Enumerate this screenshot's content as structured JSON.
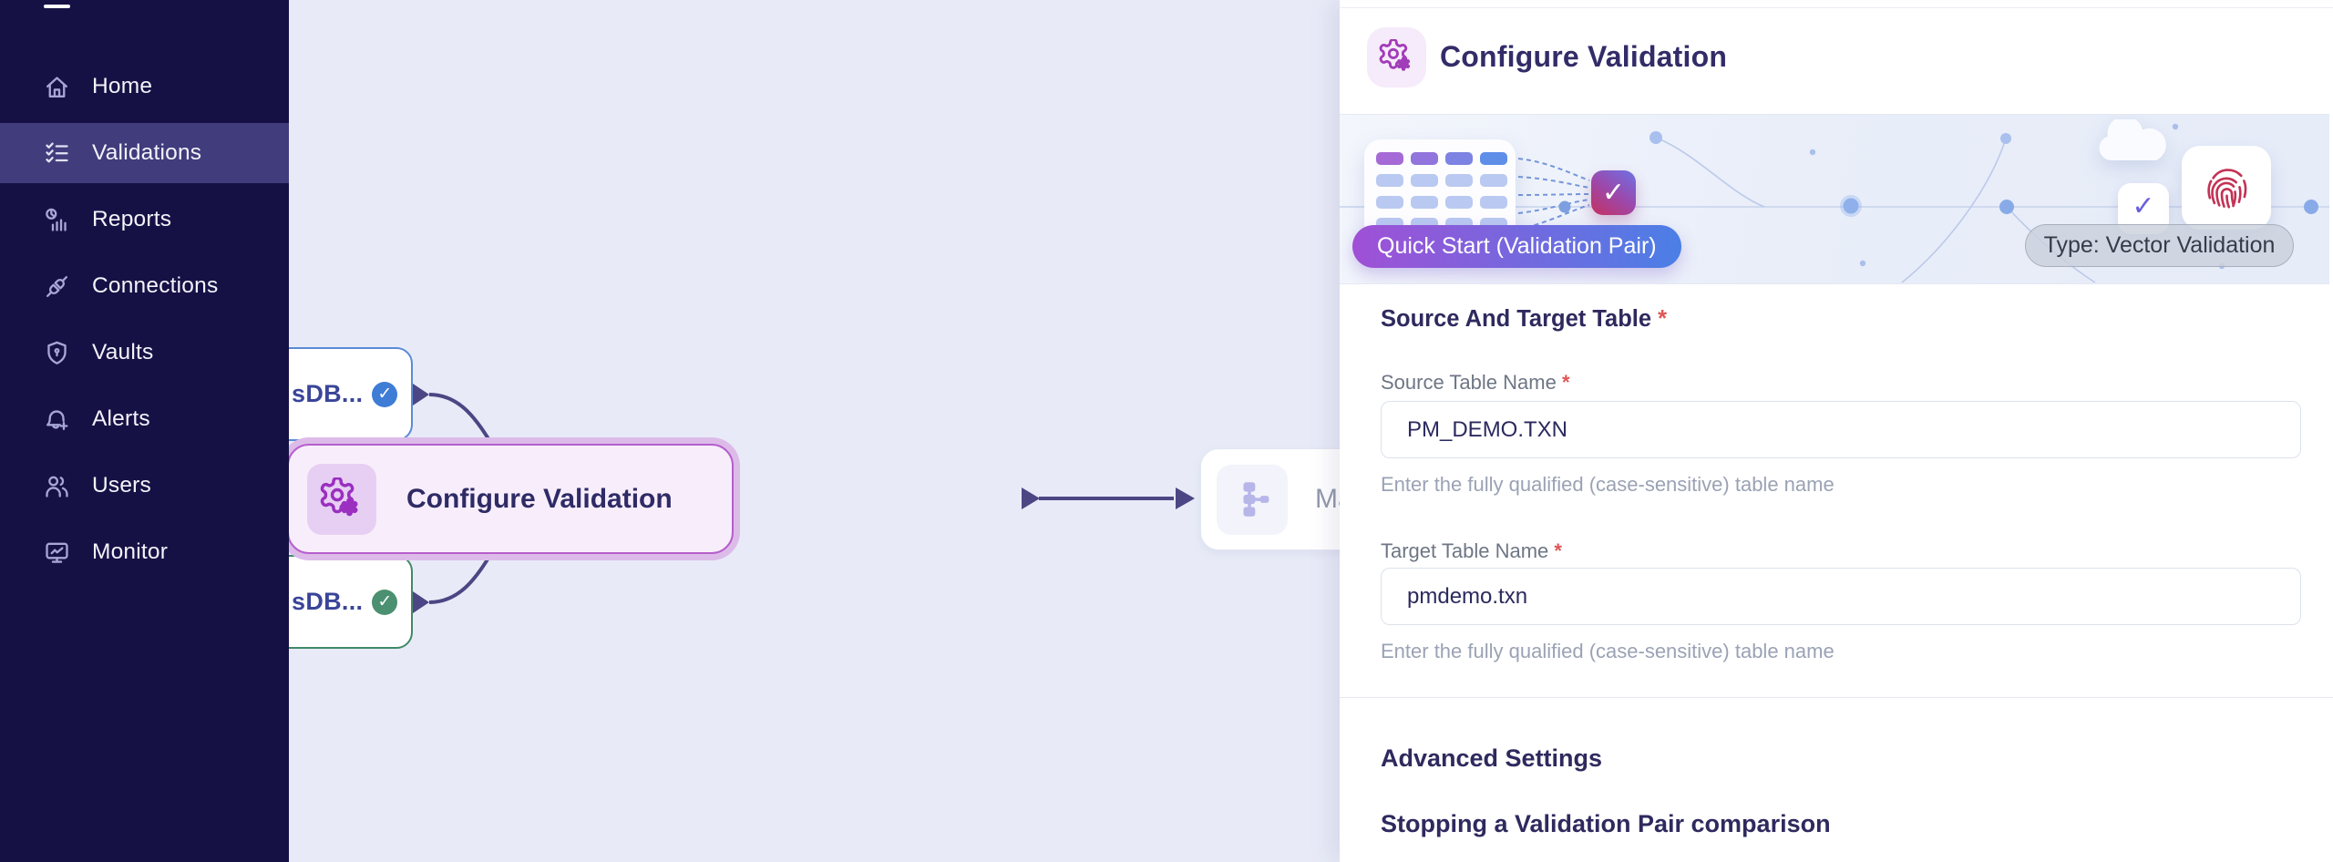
{
  "sidebar": {
    "items": [
      {
        "label": "Home",
        "icon": "home-icon",
        "active": false
      },
      {
        "label": "Validations",
        "icon": "checklist-icon",
        "active": true
      },
      {
        "label": "Reports",
        "icon": "reports-icon",
        "active": false
      },
      {
        "label": "Connections",
        "icon": "plug-icon",
        "active": false
      },
      {
        "label": "Vaults",
        "icon": "shield-icon",
        "active": false
      },
      {
        "label": "Alerts",
        "icon": "bell-plus-icon",
        "active": false
      },
      {
        "label": "Users",
        "icon": "users-icon",
        "active": false
      },
      {
        "label": "Monitor",
        "icon": "monitor-icon",
        "active": false
      }
    ]
  },
  "canvas": {
    "nodes": {
      "source": {
        "label": "sDB...",
        "status": "complete",
        "status_color": "#3f7cd6"
      },
      "target": {
        "label": "sDB...",
        "status": "complete",
        "status_color": "#4b9070"
      },
      "configure": {
        "label": "Configure Validation",
        "icon": "gear-icon"
      },
      "next": {
        "label": "Ma...",
        "icon": "hierarchy-icon"
      }
    }
  },
  "panel": {
    "title": "Configure Validation",
    "banner": {
      "quick_badge": "Quick Start (Validation Pair)",
      "type_badge": "Type: Vector Validation"
    },
    "form": {
      "section_title": "Source And Target Table",
      "required_mark": "*",
      "source_label": "Source Table Name",
      "source_value": "PM_DEMO.TXN",
      "source_help": "Enter the fully qualified (case-sensitive) table name",
      "target_label": "Target Table Name",
      "target_value": "pmdemo.txn",
      "target_help": "Enter the fully qualified (case-sensitive) table name"
    },
    "advanced_title": "Advanced Settings",
    "stopping_title": "Stopping a Validation Pair comparison"
  },
  "icons": {
    "check": "✓"
  },
  "colors": {
    "sidebar_bg": "#161145",
    "sidebar_active_bg": "#413c7c",
    "canvas_bg": "#e8ebf7",
    "accent_purple": "#a13db8",
    "node_blue": "#5b8bd6",
    "node_green": "#3f8a68",
    "edge_indigo": "#4c4684",
    "badge_gradient_start": "#a050d6",
    "badge_gradient_end": "#4b7fe6",
    "fingerprint_red": "#c23254",
    "required_red": "#e05555"
  }
}
